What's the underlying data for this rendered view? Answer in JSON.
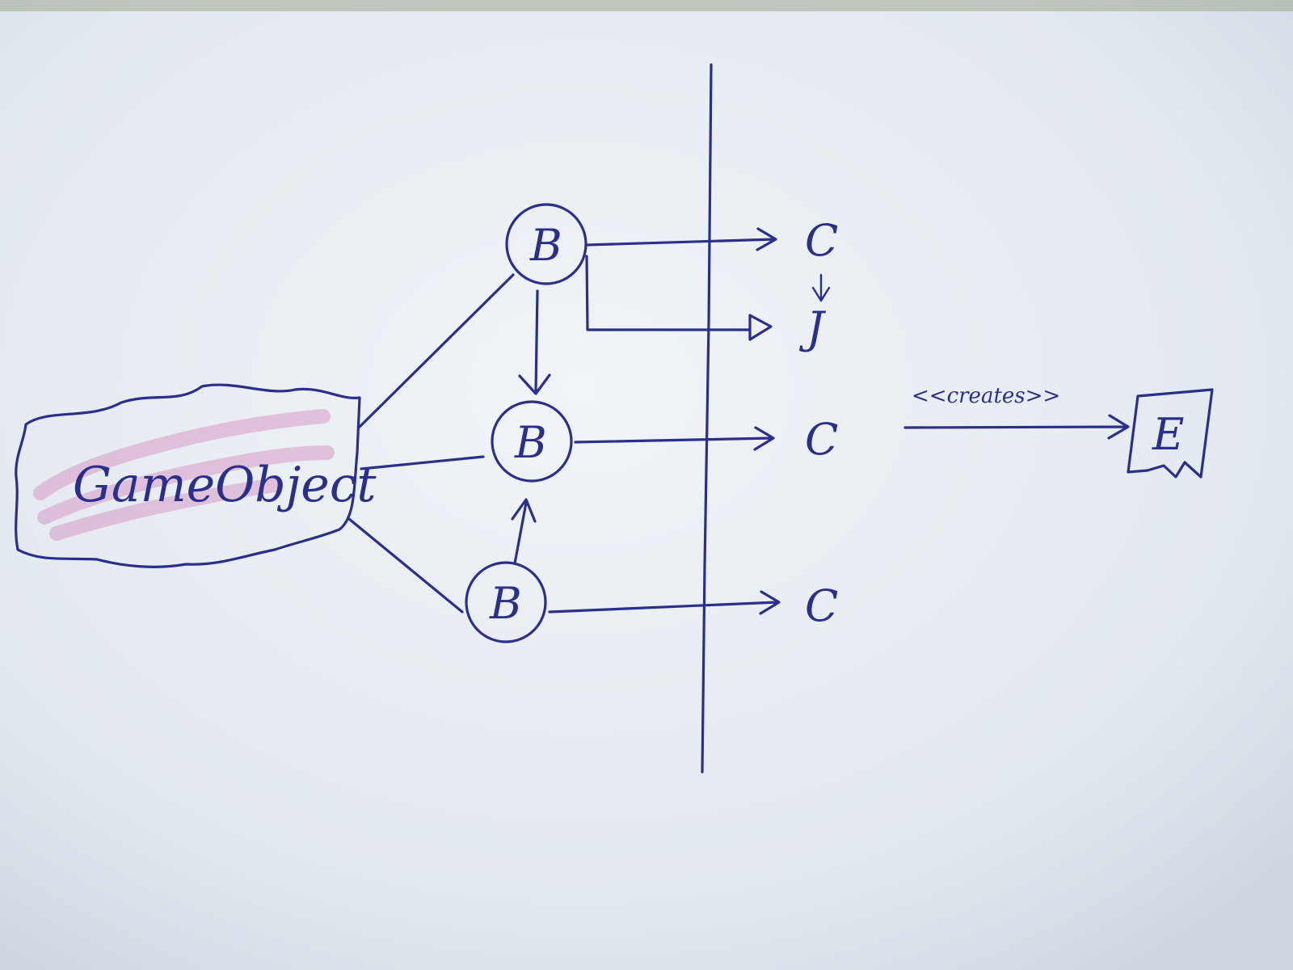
{
  "colors": {
    "ink": "#2a2f8c",
    "paper": "#eef1f5",
    "node_fill": "#cfe3c8",
    "gameobject_highlight": "#d59ac6",
    "entity_fill": "#e6e2a0"
  },
  "gameobject": {
    "label": "GameObject"
  },
  "behaviours": [
    {
      "label": "B"
    },
    {
      "label": "B"
    },
    {
      "label": "B"
    }
  ],
  "components": [
    {
      "label": "C"
    },
    {
      "label": "J"
    },
    {
      "label": "C"
    },
    {
      "label": "C"
    }
  ],
  "creates_edge": {
    "label": "<<creates>>"
  },
  "entity": {
    "label": "E"
  }
}
